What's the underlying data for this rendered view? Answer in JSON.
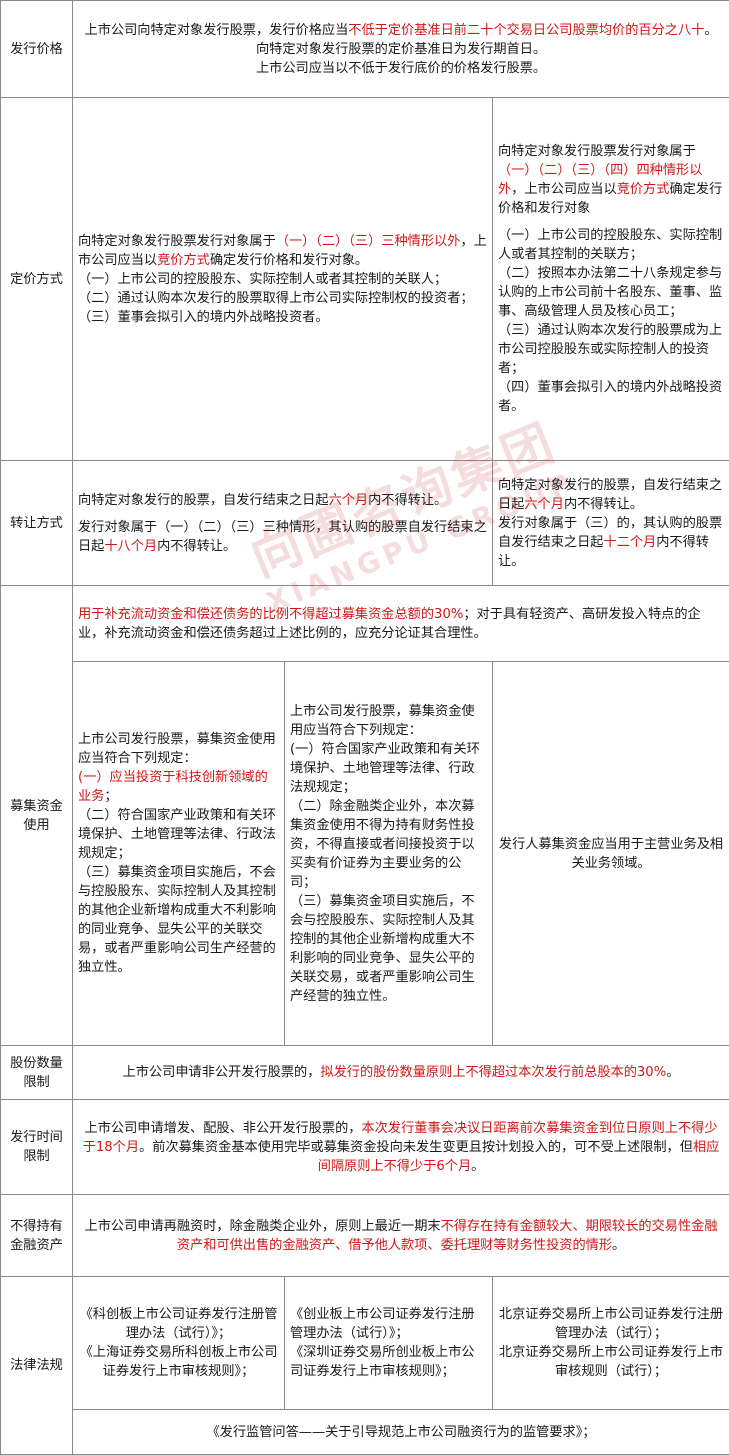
{
  "rows": {
    "price": {
      "header": "发行价格",
      "line1_a": "上市公司向特定对象发行股票，发行价格应当",
      "line1_b": "不低于定价基准日前二十个交易日公司股票均价的百分之八十",
      "line1_c": "。",
      "line2": "向特定对象发行股票的定价基准日为发行期首日。",
      "line3": "上市公司应当以不低于发行底价的价格发行股票。"
    },
    "pricing": {
      "header": "定价方式",
      "left": {
        "p1_a": "向特定对象发行股票发行对象属于",
        "p1_b": "（一）（二）（三）三种情形以外",
        "p1_c": "，上市公司应当以",
        "p1_d": "竞价方式",
        "p1_e": "确定发行价格和发行对象。",
        "items": [
          "（一）上市公司的控股股东、实际控制人或者其控制的关联人；",
          "（二）通过认购本次发行的股票取得上市公司实际控制权的投资者；",
          "（三）董事会拟引入的境内外战略投资者。"
        ]
      },
      "right": {
        "p1_a": "向特定对象发行股票发行对象属于",
        "p1_b": "（一）（二）（三）（四）四种情形以外",
        "p1_c": "，上市公司应当以",
        "p1_d": "竞价方式",
        "p1_e": "确定发行价格和发行对象",
        "items": [
          "（一）上市公司的控股股东、实际控制人或者其控制的关联方；",
          "（二）按照本办法第二十八条规定参与认购的上市公司前十名股东、董事、监事、高级管理人员及核心员工；",
          "（三）通过认购本次发行的股票成为上市公司控股股东或实际控制人的投资者；",
          "（四）董事会拟引入的境内外战略投资者。"
        ]
      }
    },
    "transfer": {
      "header": "转让方式",
      "left": {
        "p1_a": "向特定对象发行的股票，自发行结束之日起",
        "p1_b": "六个月",
        "p1_c": "内不得转让。",
        "p2_a": "发行对象属于（一）（二）（三）三种情形，其认购的股票自发行结束之日起",
        "p2_b": "十八个月",
        "p2_c": "内不得转让。"
      },
      "right": {
        "p1_a": "向特定对象发行的股票，自发行结束之日起",
        "p1_b": "六个月",
        "p1_c": "内不得转让。",
        "p2_a": "发行对象属于（三）的，其认购的股票自发行结束之日起",
        "p2_b": "十二个月",
        "p2_c": "内不得转让。"
      }
    },
    "funds": {
      "header": "募集资金使用",
      "top_a": "用于补充流动资金和偿还债务的比例不得超过募集资金总额的30%",
      "top_b": "；对于具有轻资产、高研发投入特点的企业，补充流动资金和偿还债务超过上述比例的，应充分论证其合理性。",
      "col1": {
        "intro": "上市公司发行股票，募集资金使用应当符合下列规定：",
        "item1_a": "(一）",
        "item1_b": "应当投资于科技创新领域的业务",
        "item1_c": "；",
        "item2": "（二）符合国家产业政策和有关环境保护、土地管理等法律、行政法规规定；",
        "item3": "（三）募集资金项目实施后，不会与控股股东、实际控制人及其控制的其他企业新增构成重大不利影响的同业竞争、显失公平的关联交易，或者严重影响公司生产经营的独立性。"
      },
      "col2": {
        "intro": "上市公司发行股票，募集资金使用应当符合下列规定：",
        "item1": "(一）符合国家产业政策和有关环境保护、土地管理等法律、行政法规规定；",
        "item2": "（二）除金融类企业外，本次募集资金使用不得为持有财务性投资，不得直接或者间接投资于以买卖有价证券为主要业务的公司；",
        "item3": "（三）募集资金项目实施后，不会与控股股东、实际控制人及其控制的其他企业新增构成重大不利影响的同业竞争、显失公平的关联交易，或者严重影响公司生产经营的独立性。"
      },
      "col3": "发行人募集资金应当用于主营业务及相关业务领域。"
    },
    "share_limit": {
      "header": "股份数量限制",
      "text_a": "上市公司申请非公开发行股票的，",
      "text_b": "拟发行的股份数量原则上不得超过本次发行前总股本的30%",
      "text_c": "。"
    },
    "timing": {
      "header": "发行时间限制",
      "text_a": "上市公司申请增发、配股、非公开发行股票的，",
      "text_b": "本次发行董事会决议日距离前次募集资金到位日原则上不得少于18个月",
      "text_c": "。前次募集资金基本使用完毕或募集资金投向未发生变更且按计划投入的，可不受上述限制，但",
      "text_d": "相应间隔原则上不得少于6个月",
      "text_e": "。"
    },
    "financial": {
      "header": "不得持有金融资产",
      "text_a": "上市公司申请再融资时，除金融类企业外，原则上最近一期末",
      "text_b": "不得存在持有金额较大、期限较长的交易性金融资产和可供出售的金融资产、借予他人款项、委托理财等财务性投资的情形",
      "text_c": "。"
    },
    "laws": {
      "header": "法律法规",
      "col1": [
        "《科创板上市公司证券发行注册管理办法（试行）》；",
        "《上海证券交易所科创板上市公司证券发行上市审核规则》；"
      ],
      "col2": [
        "《创业板上市公司证券发行注册管理办法（试行）》；",
        "《深圳证券交易所创业板上市公司证券发行上市审核规则》；"
      ],
      "col3": [
        "北京证券交易所上市公司证券发行注册管理办法（试行）；",
        "北京证券交易所上市公司证券发行上市审核规则（试行）；"
      ],
      "bottom": "《发行监管问答——关于引导规范上市公司融资行为的监管要求》；"
    }
  },
  "watermark": {
    "line1": "向圃咨询集团",
    "line2": "XIANGPU GROUP"
  },
  "colors": {
    "highlight": "#d01818",
    "border": "#8a8a8a"
  }
}
